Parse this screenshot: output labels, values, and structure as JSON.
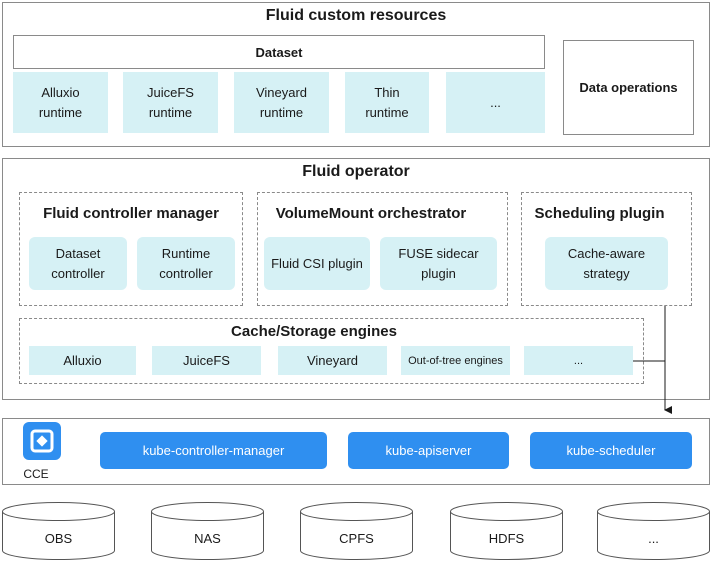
{
  "custom_resources": {
    "title": "Fluid custom resources",
    "dataset_label": "Dataset",
    "runtimes": [
      "Alluxio\nruntime",
      "JuiceFS\nruntime",
      "Vineyard\nruntime",
      "Thin\nruntime",
      "..."
    ],
    "data_operations_label": "Data operations"
  },
  "operator": {
    "title": "Fluid operator",
    "controller_manager": {
      "title": "Fluid controller manager",
      "items": [
        "Dataset\ncontroller",
        "Runtime\ncontroller"
      ]
    },
    "volumemount": {
      "title": "VolumeMount orchestrator",
      "items": [
        "Fluid CSI plugin",
        "FUSE sidecar\nplugin"
      ]
    },
    "scheduling": {
      "title": "Scheduling plugin",
      "items": [
        "Cache-aware\nstrategy"
      ]
    },
    "engines": {
      "title": "Cache/Storage engines",
      "items": [
        "Alluxio",
        "JuiceFS",
        "Vineyard",
        "Out-of-tree engines",
        "..."
      ]
    }
  },
  "cce": {
    "logo_label": "CCE",
    "logo_icon": "cce-logo-icon",
    "components": [
      "kube-controller-manager",
      "kube-apiserver",
      "kube-scheduler"
    ],
    "accent_color": "#2f8ff0"
  },
  "storage": {
    "items": [
      "OBS",
      "NAS",
      "CPFS",
      "HDFS",
      "..."
    ]
  }
}
